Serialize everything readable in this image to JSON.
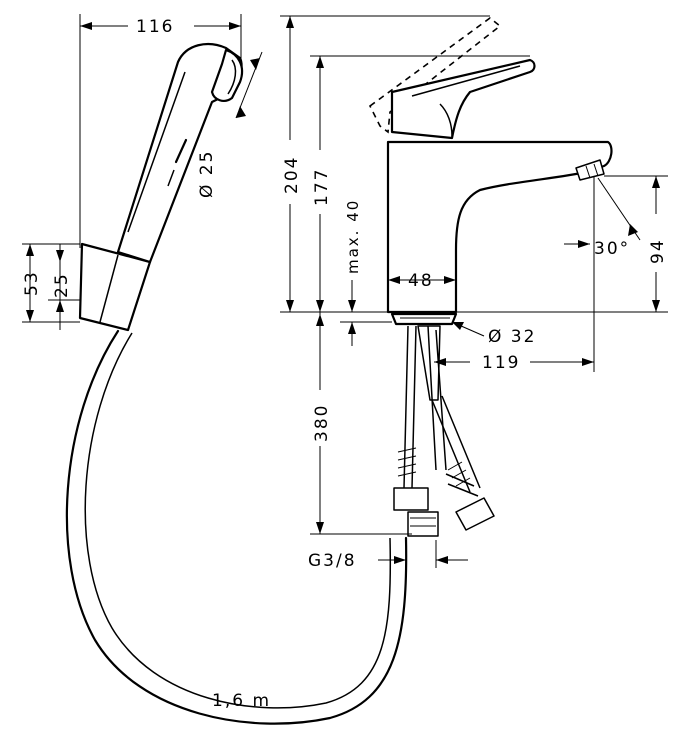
{
  "dimensions": {
    "width_116": "116",
    "diameter_25": "Ø 25",
    "height_53": "53",
    "height_25": "25",
    "height_204": "204",
    "height_177": "177",
    "max_40": "max. 40",
    "width_48": "48",
    "diameter_32": "Ø 32",
    "reach_119": "119",
    "angle_30": "30°",
    "height_94": "94",
    "length_380": "380",
    "thread_g38": "G3/8",
    "hose_length": "1,6 m"
  }
}
